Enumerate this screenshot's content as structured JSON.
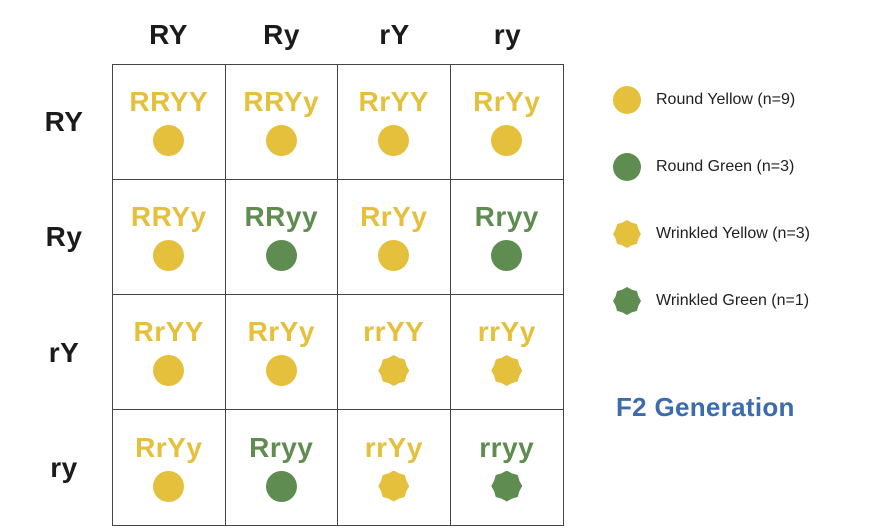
{
  "punnett": {
    "col_headers": [
      "RY",
      "Ry",
      "rY",
      "ry"
    ],
    "row_headers": [
      "RY",
      "Ry",
      "rY",
      "ry"
    ],
    "cells": [
      [
        {
          "g": "RRYY",
          "p": "round-yellow"
        },
        {
          "g": "RRYy",
          "p": "round-yellow"
        },
        {
          "g": "RrYY",
          "p": "round-yellow"
        },
        {
          "g": "RrYy",
          "p": "round-yellow"
        }
      ],
      [
        {
          "g": "RRYy",
          "p": "round-yellow"
        },
        {
          "g": "RRyy",
          "p": "round-green"
        },
        {
          "g": "RrYy",
          "p": "round-yellow"
        },
        {
          "g": "Rryy",
          "p": "round-green"
        }
      ],
      [
        {
          "g": "RrYY",
          "p": "round-yellow"
        },
        {
          "g": "RrYy",
          "p": "round-yellow"
        },
        {
          "g": "rrYY",
          "p": "wrinkled-yellow"
        },
        {
          "g": "rrYy",
          "p": "wrinkled-yellow"
        }
      ],
      [
        {
          "g": "RrYy",
          "p": "round-yellow"
        },
        {
          "g": "Rryy",
          "p": "round-green"
        },
        {
          "g": "rrYy",
          "p": "wrinkled-yellow"
        },
        {
          "g": "rryy",
          "p": "wrinkled-green"
        }
      ]
    ]
  },
  "legend": {
    "items": [
      {
        "label": "Round Yellow (n=9)",
        "pheno": "round-yellow"
      },
      {
        "label": "Round Green (n=3)",
        "pheno": "round-green"
      },
      {
        "label": "Wrinkled Yellow (n=3)",
        "pheno": "wrinkled-yellow"
      },
      {
        "label": "Wrinkled Green (n=1)",
        "pheno": "wrinkled-green"
      }
    ],
    "title": "F2 Generation"
  },
  "colors": {
    "yellow": "#E5C03C",
    "green": "#5E8C51",
    "title_blue": "#3D6BAD",
    "text_dark": "#1B1B1B"
  }
}
